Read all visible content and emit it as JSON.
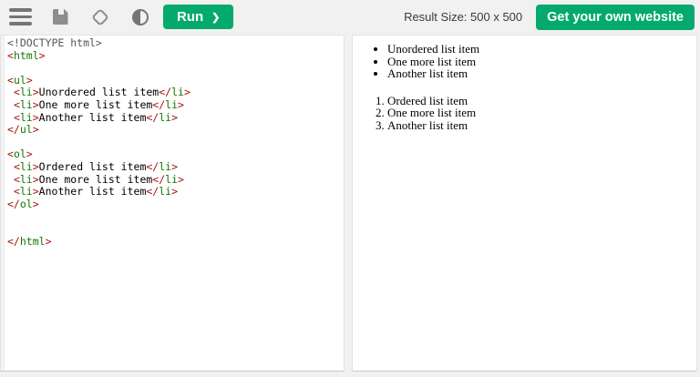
{
  "toolbar": {
    "icons": [
      {
        "name": "menu-icon"
      },
      {
        "name": "save-icon"
      },
      {
        "name": "orientation-icon"
      },
      {
        "name": "contrast-icon"
      }
    ],
    "run_label": "Run",
    "run_chevron": "❯",
    "result_size": "Result Size: 500 x 500",
    "cta_label": "Get your own website"
  },
  "colors": {
    "accent_green": "#04AA6D",
    "icon_gray": "#757575",
    "code_meta_gray": "#555555",
    "code_bracket_red": "#AA1111",
    "code_tag_green": "#117700",
    "page_background": "#F1F1F1"
  },
  "editor": {
    "lines": [
      [
        {
          "c": "m",
          "t": "<!DOCTYPE html>"
        }
      ],
      [
        {
          "c": "b",
          "t": "<"
        },
        {
          "c": "t",
          "t": "html"
        },
        {
          "c": "b",
          "t": ">"
        }
      ],
      [],
      [
        {
          "c": "b",
          "t": "<"
        },
        {
          "c": "t",
          "t": "ul"
        },
        {
          "c": "b",
          "t": ">"
        }
      ],
      [
        {
          "c": "x",
          "t": " "
        },
        {
          "c": "b",
          "t": "<"
        },
        {
          "c": "t",
          "t": "li"
        },
        {
          "c": "b",
          "t": ">"
        },
        {
          "c": "x",
          "t": "Unordered list item"
        },
        {
          "c": "b",
          "t": "</"
        },
        {
          "c": "t",
          "t": "li"
        },
        {
          "c": "b",
          "t": ">"
        }
      ],
      [
        {
          "c": "x",
          "t": " "
        },
        {
          "c": "b",
          "t": "<"
        },
        {
          "c": "t",
          "t": "li"
        },
        {
          "c": "b",
          "t": ">"
        },
        {
          "c": "x",
          "t": "One more list item"
        },
        {
          "c": "b",
          "t": "</"
        },
        {
          "c": "t",
          "t": "li"
        },
        {
          "c": "b",
          "t": ">"
        }
      ],
      [
        {
          "c": "x",
          "t": " "
        },
        {
          "c": "b",
          "t": "<"
        },
        {
          "c": "t",
          "t": "li"
        },
        {
          "c": "b",
          "t": ">"
        },
        {
          "c": "x",
          "t": "Another list item"
        },
        {
          "c": "b",
          "t": "</"
        },
        {
          "c": "t",
          "t": "li"
        },
        {
          "c": "b",
          "t": ">"
        }
      ],
      [
        {
          "c": "b",
          "t": "</"
        },
        {
          "c": "t",
          "t": "ul"
        },
        {
          "c": "b",
          "t": ">"
        }
      ],
      [],
      [
        {
          "c": "b",
          "t": "<"
        },
        {
          "c": "t",
          "t": "ol"
        },
        {
          "c": "b",
          "t": ">"
        }
      ],
      [
        {
          "c": "x",
          "t": " "
        },
        {
          "c": "b",
          "t": "<"
        },
        {
          "c": "t",
          "t": "li"
        },
        {
          "c": "b",
          "t": ">"
        },
        {
          "c": "x",
          "t": "Ordered list item"
        },
        {
          "c": "b",
          "t": "</"
        },
        {
          "c": "t",
          "t": "li"
        },
        {
          "c": "b",
          "t": ">"
        }
      ],
      [
        {
          "c": "x",
          "t": " "
        },
        {
          "c": "b",
          "t": "<"
        },
        {
          "c": "t",
          "t": "li"
        },
        {
          "c": "b",
          "t": ">"
        },
        {
          "c": "x",
          "t": "One more list item"
        },
        {
          "c": "b",
          "t": "</"
        },
        {
          "c": "t",
          "t": "li"
        },
        {
          "c": "b",
          "t": ">"
        }
      ],
      [
        {
          "c": "x",
          "t": " "
        },
        {
          "c": "b",
          "t": "<"
        },
        {
          "c": "t",
          "t": "li"
        },
        {
          "c": "b",
          "t": ">"
        },
        {
          "c": "x",
          "t": "Another list item"
        },
        {
          "c": "b",
          "t": "</"
        },
        {
          "c": "t",
          "t": "li"
        },
        {
          "c": "b",
          "t": ">"
        }
      ],
      [
        {
          "c": "b",
          "t": "</"
        },
        {
          "c": "t",
          "t": "ol"
        },
        {
          "c": "b",
          "t": ">"
        }
      ],
      [],
      [],
      [
        {
          "c": "b",
          "t": "</"
        },
        {
          "c": "t",
          "t": "html"
        },
        {
          "c": "b",
          "t": ">"
        }
      ]
    ]
  },
  "result": {
    "unordered_items": [
      "Unordered list item",
      "One more list item",
      "Another list item"
    ],
    "ordered_items": [
      "Ordered list item",
      "One more list item",
      "Another list item"
    ]
  }
}
